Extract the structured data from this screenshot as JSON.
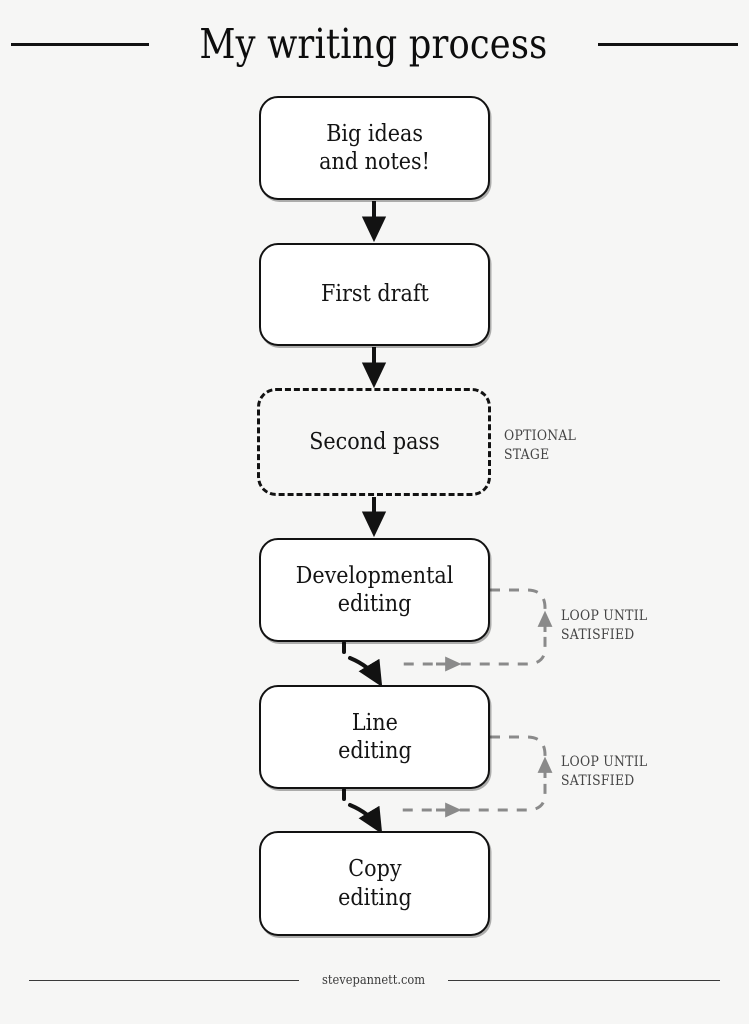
{
  "header": {
    "title": "My writing process",
    "rule_left": "horizontal-rule",
    "rule_right": "horizontal-rule"
  },
  "colors": {
    "background": "#f6f6f5",
    "node_fill": "#ffffff",
    "node_stroke": "#121212",
    "text": "#141414",
    "annotation_text": "#454545",
    "loop_stroke": "#8a8a8a",
    "footer_text": "#3a3a3a"
  },
  "flow": {
    "nodes": [
      {
        "id": "big-ideas",
        "label": "Big ideas\nand notes!",
        "style": "solid",
        "optional": false
      },
      {
        "id": "first-draft",
        "label": "First draft",
        "style": "solid",
        "optional": false
      },
      {
        "id": "second-pass",
        "label": "Second pass",
        "style": "dashed",
        "optional": true
      },
      {
        "id": "dev-editing",
        "label": "Developmental\nediting",
        "style": "solid",
        "optional": false
      },
      {
        "id": "line-editing",
        "label": "Line\nediting",
        "style": "solid",
        "optional": false
      },
      {
        "id": "copy-editing",
        "label": "Copy\nediting",
        "style": "solid",
        "optional": false
      }
    ],
    "annotations": {
      "optional_stage": "OPTIONAL\nSTAGE",
      "loop_dev": "LOOP UNTIL\nSATISFIED",
      "loop_line": "LOOP UNTIL\nSATISFIED"
    },
    "connectors": [
      {
        "from": "big-ideas",
        "to": "first-draft",
        "kind": "straight-arrow",
        "style": "solid"
      },
      {
        "from": "first-draft",
        "to": "second-pass",
        "kind": "straight-arrow",
        "style": "solid"
      },
      {
        "from": "second-pass",
        "to": "dev-editing",
        "kind": "straight-arrow",
        "style": "solid"
      },
      {
        "from": "dev-editing",
        "to": "line-editing",
        "kind": "curved-arrow",
        "style": "solid"
      },
      {
        "from": "line-editing",
        "to": "copy-editing",
        "kind": "curved-arrow",
        "style": "solid"
      },
      {
        "from": "dev-editing",
        "to": "dev-editing",
        "kind": "loop-back",
        "style": "dashed"
      },
      {
        "from": "line-editing",
        "to": "line-editing",
        "kind": "loop-back",
        "style": "dashed"
      }
    ]
  },
  "footer": {
    "site": "stevepannett.com",
    "rule_left": "horizontal-rule",
    "rule_right": "horizontal-rule"
  }
}
